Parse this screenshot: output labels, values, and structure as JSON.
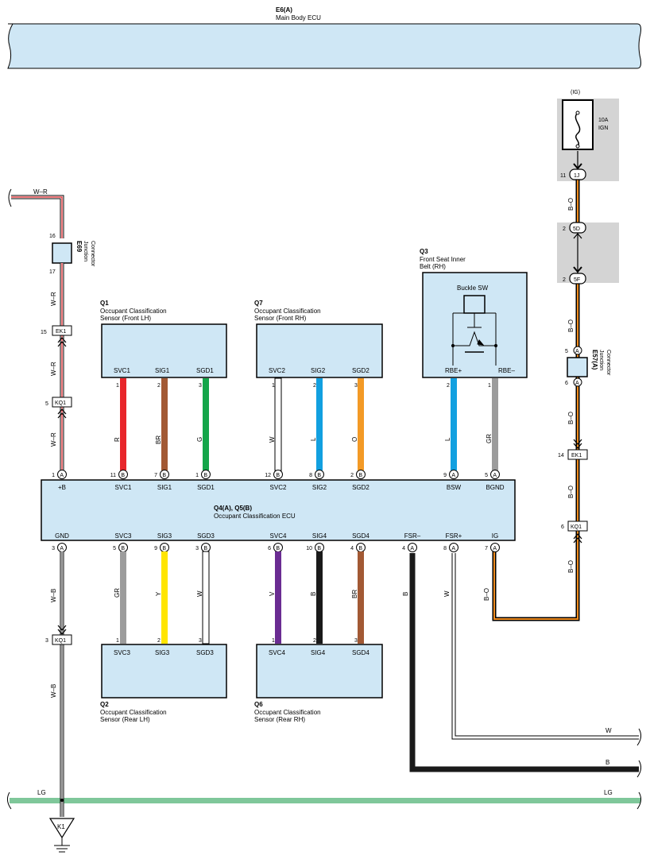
{
  "main_body_ecu": {
    "code": "E6(A)",
    "name": "Main Body ECU"
  },
  "ig_source": {
    "label": "(IG)",
    "fuse_rating": "10A",
    "fuse_name": "IGN"
  },
  "junction_e69": {
    "code": "E69",
    "desc1": "Junction",
    "desc2": "Connector",
    "pin_top": "16",
    "pin_bottom": "17"
  },
  "junction_e57": {
    "code": "E57(A)",
    "desc1": "Junction",
    "desc2": "Connector",
    "pin_top": "5",
    "pin_bottom": "6",
    "letter_top": "A",
    "letter_bottom": "A"
  },
  "ig_chain": {
    "c1": {
      "pin": "11",
      "label": "1J"
    },
    "c2": {
      "pin": "2",
      "label": "5D"
    },
    "c3": {
      "pin": "2",
      "label": "5F"
    },
    "ek1": {
      "pin": "14",
      "label": "EK1"
    },
    "kq1": {
      "pin": "6",
      "label": "KQ1"
    }
  },
  "left_chain": {
    "ek1": {
      "pin": "15",
      "label": "EK1"
    },
    "kq1_top": {
      "pin": "5",
      "label": "KQ1"
    },
    "kq1_bottom": {
      "pin": "3",
      "label": "KQ1"
    },
    "ground": "K1"
  },
  "wire_colors": {
    "w_r": "W–R",
    "b_o": "B–O",
    "w_b": "W–B",
    "lg": "LG",
    "w": "W",
    "b": "B",
    "r": "R",
    "br": "BR",
    "g": "G",
    "l": "L",
    "o": "O",
    "gr": "GR",
    "y": "Y",
    "v": "V"
  },
  "q1": {
    "code": "Q1",
    "line1": "Occupant Classification",
    "line2": "Sensor (Front LH)",
    "pins": [
      {
        "name": "SVC1",
        "num": "1"
      },
      {
        "name": "SIG1",
        "num": "2"
      },
      {
        "name": "SGD1",
        "num": "3"
      }
    ]
  },
  "q7": {
    "code": "Q7",
    "line1": "Occupant Classification",
    "line2": "Sensor (Front RH)",
    "pins": [
      {
        "name": "SVC2",
        "num": "1"
      },
      {
        "name": "SIG2",
        "num": "2"
      },
      {
        "name": "SGD2",
        "num": "3"
      }
    ]
  },
  "q3": {
    "code": "Q3",
    "line1": "Front Seat Inner",
    "line2": "Belt (RH)",
    "switch_label": "Buckle SW",
    "pins": [
      {
        "name": "RBE+",
        "num": "2"
      },
      {
        "name": "RBE–",
        "num": "1"
      }
    ]
  },
  "q2": {
    "code": "Q2",
    "line1": "Occupant Classification",
    "line2": "Sensor (Rear LH)",
    "pins": [
      {
        "name": "SVC3",
        "num": "1"
      },
      {
        "name": "SIG3",
        "num": "2"
      },
      {
        "name": "SGD3",
        "num": "3"
      }
    ]
  },
  "q6": {
    "code": "Q6",
    "line1": "Occupant Classification",
    "line2": "Sensor (Rear RH)",
    "pins": [
      {
        "name": "SVC4",
        "num": "1"
      },
      {
        "name": "SIG4",
        "num": "2"
      },
      {
        "name": "SGD4",
        "num": "3"
      }
    ]
  },
  "ecu": {
    "code": "Q4(A), Q5(B)",
    "name": "Occupant Classification ECU",
    "top_pins": [
      {
        "name": "+B",
        "num": "1",
        "conn": "A"
      },
      {
        "name": "SVC1",
        "num": "11",
        "conn": "B"
      },
      {
        "name": "SIG1",
        "num": "7",
        "conn": "B"
      },
      {
        "name": "SGD1",
        "num": "1",
        "conn": "B"
      },
      {
        "name": "SVC2",
        "num": "12",
        "conn": "B"
      },
      {
        "name": "SIG2",
        "num": "8",
        "conn": "B"
      },
      {
        "name": "SGD2",
        "num": "2",
        "conn": "B"
      },
      {
        "name": "BSW",
        "num": "9",
        "conn": "A"
      },
      {
        "name": "BGND",
        "num": "5",
        "conn": "A"
      }
    ],
    "bottom_pins": [
      {
        "name": "GND",
        "num": "3",
        "conn": "A"
      },
      {
        "name": "SVC3",
        "num": "5",
        "conn": "B"
      },
      {
        "name": "SIG3",
        "num": "9",
        "conn": "B"
      },
      {
        "name": "SGD3",
        "num": "3",
        "conn": "B"
      },
      {
        "name": "SVC4",
        "num": "6",
        "conn": "B"
      },
      {
        "name": "SIG4",
        "num": "10",
        "conn": "B"
      },
      {
        "name": "SGD4",
        "num": "4",
        "conn": "B"
      },
      {
        "name": "FSR–",
        "num": "4",
        "conn": "A"
      },
      {
        "name": "FSR+",
        "num": "8",
        "conn": "A"
      },
      {
        "name": "IG",
        "num": "7",
        "conn": "A"
      }
    ]
  },
  "colors": {
    "box_fill": "#cfe7f5",
    "lg_fill": "#7fc79a",
    "fuse_bg": "#d4d4d4",
    "red": "#e8262b",
    "brown": "#a25934",
    "green": "#14a64a",
    "blue": "#12a0e0",
    "orange": "#f39a26",
    "gray": "#9c9c9c",
    "yellow": "#ffe500",
    "violet": "#6a2c92",
    "black": "#1a1a1a",
    "b_o_orange": "#f08c1e"
  }
}
